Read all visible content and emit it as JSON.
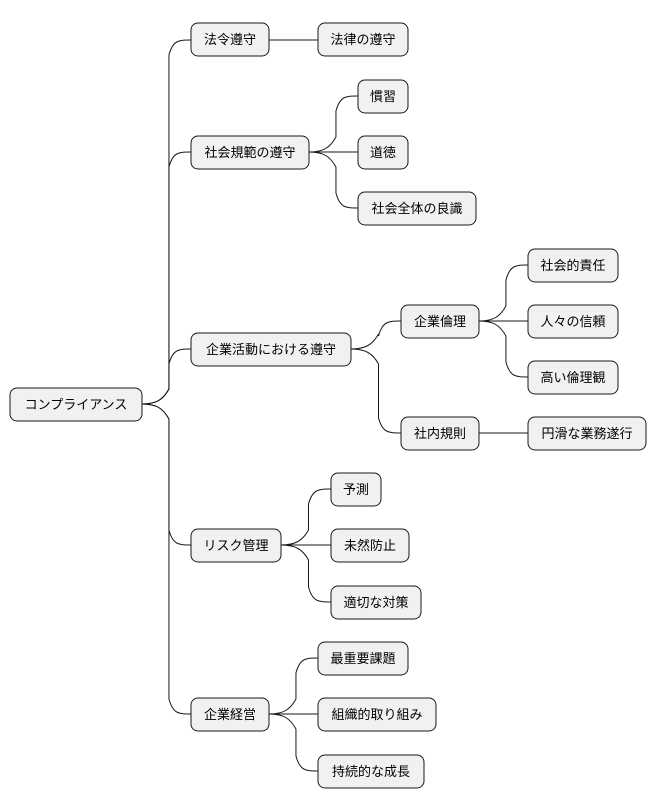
{
  "mindmap": {
    "root": {
      "label": "コンプライアンス",
      "children": [
        {
          "label": "法令遵守",
          "children": [
            {
              "label": "法律の遵守"
            }
          ]
        },
        {
          "label": "社会規範の遵守",
          "children": [
            {
              "label": "慣習"
            },
            {
              "label": "道徳"
            },
            {
              "label": "社会全体の良識"
            }
          ]
        },
        {
          "label": "企業活動における遵守",
          "children": [
            {
              "label": "企業倫理",
              "children": [
                {
                  "label": "社会的責任"
                },
                {
                  "label": "人々の信頼"
                },
                {
                  "label": "高い倫理観"
                }
              ]
            },
            {
              "label": "社内規則",
              "children": [
                {
                  "label": "円滑な業務遂行"
                }
              ]
            }
          ]
        },
        {
          "label": "リスク管理",
          "children": [
            {
              "label": "予測"
            },
            {
              "label": "未然防止"
            },
            {
              "label": "適切な対策"
            }
          ]
        },
        {
          "label": "企業経営",
          "children": [
            {
              "label": "最重要課題"
            },
            {
              "label": "組織的取り組み"
            },
            {
              "label": "持続的な成長"
            }
          ]
        }
      ]
    }
  }
}
